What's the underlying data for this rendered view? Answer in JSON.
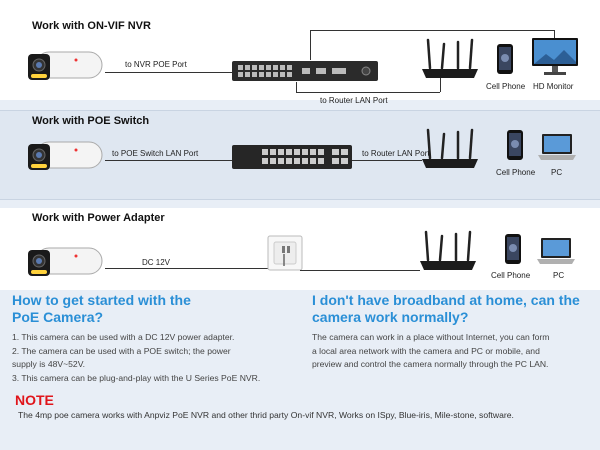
{
  "section1": {
    "title": "Work with ON-VIF NVR",
    "to_nvr": "to NVR POE Port",
    "to_router": "to Router LAN Port",
    "cell_phone": "Cell Phone",
    "monitor": "HD Monitor"
  },
  "section2": {
    "title": "Work with POE Switch",
    "to_switch": "to POE Switch LAN Port",
    "to_router": "to Router LAN Port",
    "cell_phone": "Cell Phone",
    "pc": "PC"
  },
  "section3": {
    "title": "Work with Power Adapter",
    "dc": "DC 12V",
    "cell_phone": "Cell Phone",
    "pc": "PC"
  },
  "left": {
    "title_line1": "How to get started with the",
    "title_line2": "PoE Camera?",
    "item1": "1. This camera can be used with a DC 12V power adapter.",
    "item2a": "2. The camera can be used with a POE switch; the power",
    "item2b": "supply is 48V~52V.",
    "item3": "3. This camera can be plug-and-play with the U Series PoE NVR."
  },
  "right": {
    "title_line1": "I don't have broadband at home, can the",
    "title_line2": "camera work normally?",
    "body1": "The camera can work in a place without Internet, you can form",
    "body2": "a local area network with the camera and PC or mobile, and",
    "body3": "preview and control the camera normally through the PC LAN."
  },
  "note": {
    "title": "NOTE",
    "text": "The 4mp poe camera works with Anpviz PoE NVR and other thrid party On-vif  NVR, Works on  ISpy, Blue-iris, Mile-stone, software."
  },
  "colors": {
    "heading_blue": "#2a8fd6",
    "note_red": "#e0151b"
  }
}
